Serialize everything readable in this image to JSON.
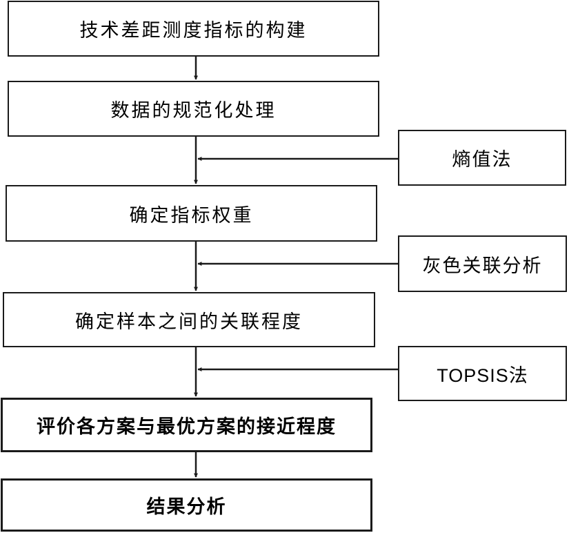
{
  "steps": [
    "技术差距测度指标的构建",
    "数据的规范化处理",
    "确定指标权重",
    "确定样本之间的关联程度",
    "评价各方案与最优方案的接近程度",
    "结果分析"
  ],
  "methods": [
    "熵值法",
    "灰色关联分析",
    "TOPSIS法"
  ]
}
